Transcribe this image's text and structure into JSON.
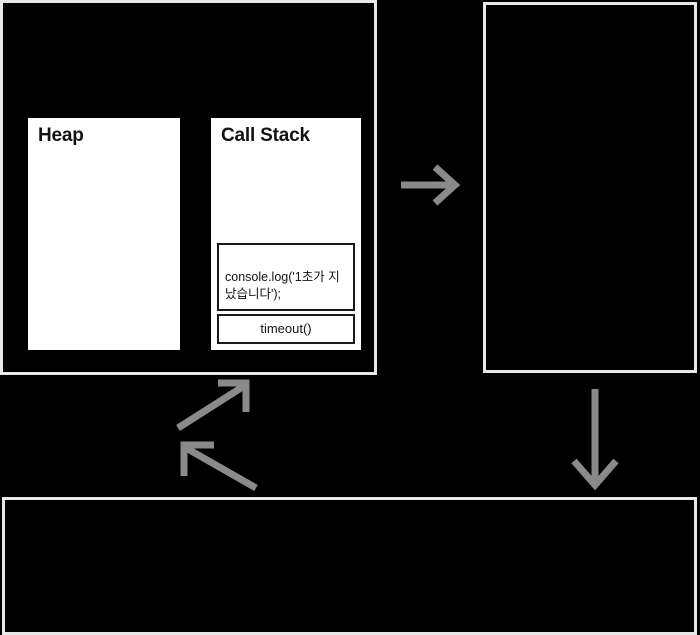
{
  "diagram": {
    "title": "JavaScript Runtime Event Loop Diagram",
    "background_color": "#000000",
    "panel_border_color": "#e8e8e8",
    "arrow_color": "#8a8a8a",
    "box_fill_color": "#ffffff",
    "frame_border_color": "#1a1a1a",
    "text_color": "#121212"
  },
  "engine_panel": {
    "name": "js-engine-panel",
    "label": "",
    "heap": {
      "title": "Heap",
      "contents": []
    },
    "call_stack": {
      "title": "Call Stack",
      "frames": [
        {
          "id": "frame-console-log",
          "text": "console.log('1초가 지났습니다');",
          "type": "code"
        },
        {
          "id": "frame-timeout",
          "text": "timeout()",
          "type": "function"
        }
      ]
    }
  },
  "webapi_panel": {
    "name": "web-apis-panel",
    "label": "",
    "items": []
  },
  "queue_panel": {
    "name": "callback-queue-panel",
    "label": "",
    "items": []
  },
  "arrows": [
    {
      "id": "arrow-engine-to-webapi",
      "direction": "right",
      "color": "#8a8a8a"
    },
    {
      "id": "arrow-webapi-to-queue",
      "direction": "down",
      "color": "#8a8a8a"
    },
    {
      "id": "arrow-queue-to-engine",
      "direction": "up-right",
      "color": "#8a8a8a"
    },
    {
      "id": "arrow-engine-to-queue",
      "direction": "down-left",
      "color": "#8a8a8a"
    }
  ]
}
